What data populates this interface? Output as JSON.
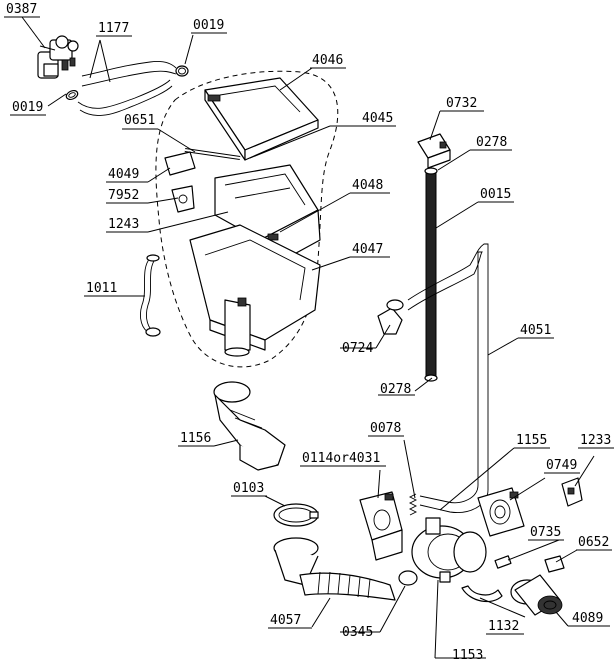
{
  "labels": {
    "p0387": "0387",
    "p1177": "1177",
    "p0019a": "0019",
    "p0019b": "0019",
    "p4046": "4046",
    "p4045": "4045",
    "p0651": "0651",
    "p4049": "4049",
    "p7952": "7952",
    "p1243": "1243",
    "p4048": "4048",
    "p4047": "4047",
    "p1011": "1011",
    "p0732": "0732",
    "p0278a": "0278",
    "p0015": "0015",
    "p0724": "0724",
    "p4051": "4051",
    "p0278b": "0278",
    "p1156": "1156",
    "p0078": "0078",
    "p1155": "1155",
    "p1233": "1233",
    "p0114": "0114or4031",
    "p0749": "0749",
    "p0103": "0103",
    "p0735": "0735",
    "p0652": "0652",
    "p4057": "4057",
    "p0345": "0345",
    "p1132": "1132",
    "p4089": "4089",
    "p1153": "1153"
  }
}
